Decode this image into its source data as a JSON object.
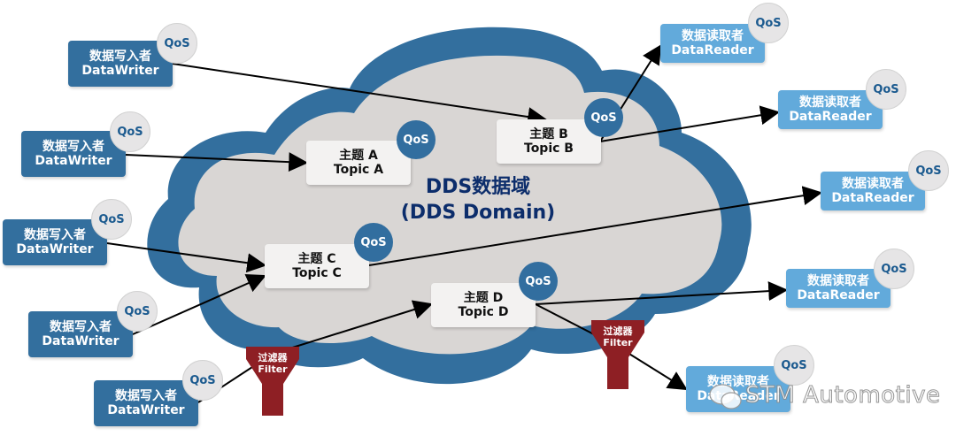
{
  "domain": {
    "title_cn": "DDS数据域",
    "title_en": "(DDS Domain)"
  },
  "qos_label": "QoS",
  "writers": [
    {
      "cn": "数据写入者",
      "en": "DataWriter"
    },
    {
      "cn": "数据写入者",
      "en": "DataWriter"
    },
    {
      "cn": "数据写入者",
      "en": "DataWriter"
    },
    {
      "cn": "数据写入者",
      "en": "DataWriter"
    },
    {
      "cn": "数据写入者",
      "en": "DataWriter"
    }
  ],
  "topics": [
    {
      "cn": "主题 A",
      "en": "Topic A"
    },
    {
      "cn": "主题 B",
      "en": "Topic B"
    },
    {
      "cn": "主题 C",
      "en": "Topic C"
    },
    {
      "cn": "主题 D",
      "en": "Topic D"
    }
  ],
  "readers": [
    {
      "cn": "数据读取者",
      "en": "DataReader"
    },
    {
      "cn": "数据读取者",
      "en": "DataReader"
    },
    {
      "cn": "数据读取者",
      "en": "DataReader"
    },
    {
      "cn": "数据读取者",
      "en": "DataReader"
    },
    {
      "cn": "数据读取者",
      "en": "DataReader"
    }
  ],
  "filters": [
    {
      "cn": "过滤器",
      "en": "Filter"
    },
    {
      "cn": "过滤器",
      "en": "Filter"
    }
  ],
  "connections": [
    {
      "from": "writer-1",
      "to": "topic-b"
    },
    {
      "from": "writer-2",
      "to": "topic-a"
    },
    {
      "from": "writer-3",
      "to": "topic-c"
    },
    {
      "from": "writer-4",
      "to": "topic-c"
    },
    {
      "from": "writer-5",
      "to": "topic-d",
      "via": "filter-1"
    },
    {
      "from": "topic-b",
      "to": "reader-1"
    },
    {
      "from": "topic-b",
      "to": "reader-2"
    },
    {
      "from": "topic-c",
      "to": "reader-3"
    },
    {
      "from": "topic-d",
      "to": "reader-4"
    },
    {
      "from": "topic-d",
      "to": "reader-5",
      "via": "filter-2"
    }
  ],
  "colors": {
    "writer": "#336f9e",
    "reader": "#62aadb",
    "cloud_border": "#336f9e",
    "cloud_fill": "#d9d6d4",
    "filter": "#8e1f24",
    "domain_title": "#0c2d6b"
  },
  "watermark": "STM Automotive"
}
